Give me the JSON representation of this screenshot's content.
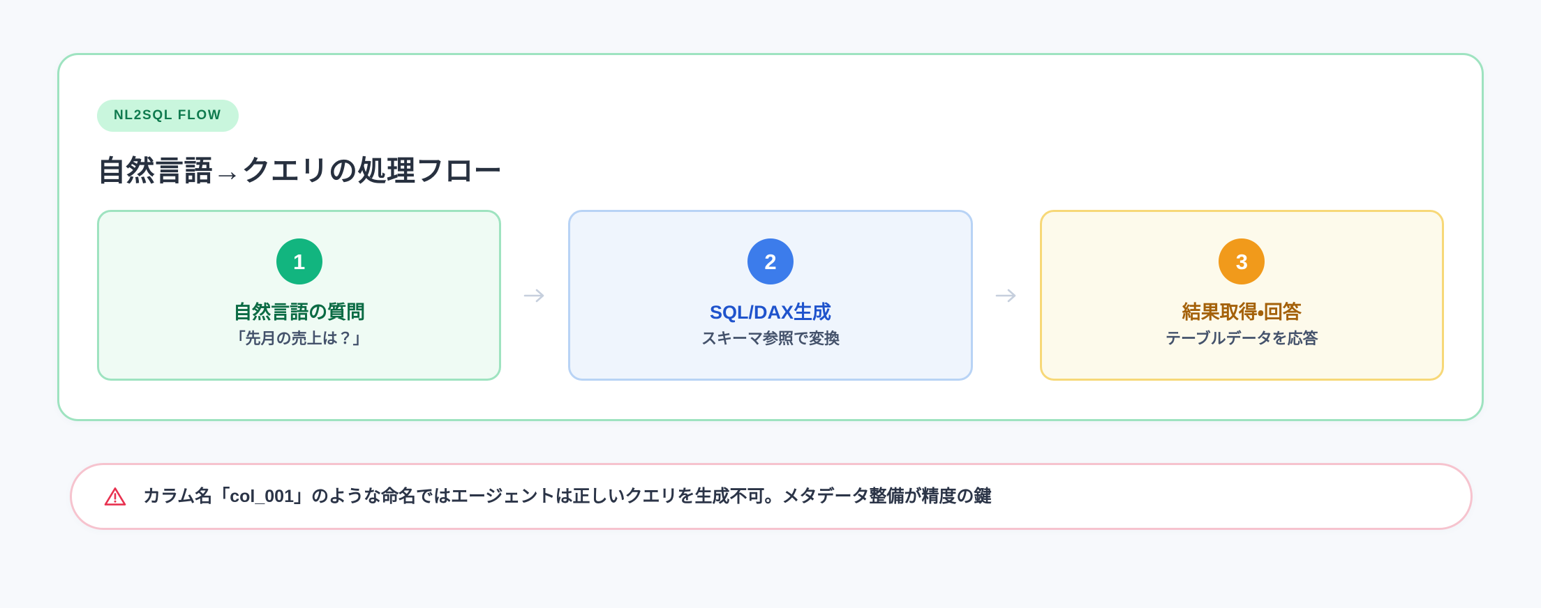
{
  "colors": {
    "page_background": "#f7f9fc",
    "flow_border": "#9ee3c0",
    "badge_background": "#c9f6dd",
    "badge_text": "#0f7a4e",
    "title_text": "#27303f",
    "step1_accent": "#12b57f",
    "step2_accent": "#3c7ceb",
    "step3_accent": "#f19a1b",
    "warning_border": "#f6c3ce",
    "warning_icon": "#e8314f",
    "connector": "#c6cfdd"
  },
  "flow": {
    "badge_label": "NL2SQL FLOW",
    "title": "自然言語→クエリの処理フロー",
    "steps": [
      {
        "number": "1",
        "label": "自然言語の質問",
        "sublabel": "「先月の売上は？」",
        "tone": "green"
      },
      {
        "number": "2",
        "label": "SQL/DAX生成",
        "sublabel": "スキーマ参照で変換",
        "tone": "blue"
      },
      {
        "number": "3",
        "label": "結果取得・回答",
        "sublabel": "テーブルデータを応答",
        "tone": "yellow"
      }
    ],
    "connector_icon": "arrow-right-icon"
  },
  "warning": {
    "icon": "warning-triangle-icon",
    "text": "カラム名「col_001」のような命名ではエージェントは正しいクエリを生成不可。メタデータ整備が精度の鍵"
  }
}
